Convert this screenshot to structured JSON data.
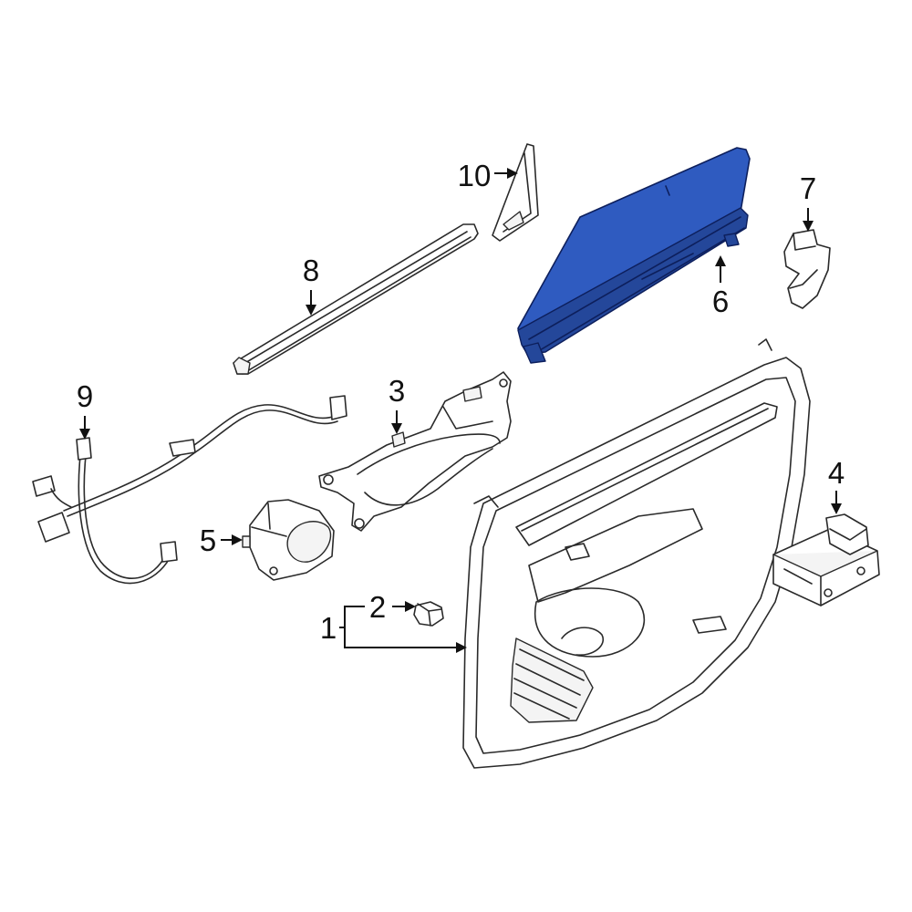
{
  "diagram": {
    "highlight_color": "#2f5bc0",
    "callouts": [
      {
        "id": "1",
        "label": "1"
      },
      {
        "id": "2",
        "label": "2"
      },
      {
        "id": "3",
        "label": "3"
      },
      {
        "id": "4",
        "label": "4"
      },
      {
        "id": "5",
        "label": "5"
      },
      {
        "id": "6",
        "label": "6"
      },
      {
        "id": "7",
        "label": "7"
      },
      {
        "id": "8",
        "label": "8"
      },
      {
        "id": "9",
        "label": "9"
      },
      {
        "id": "10",
        "label": "10"
      }
    ],
    "highlighted_part": "6"
  }
}
